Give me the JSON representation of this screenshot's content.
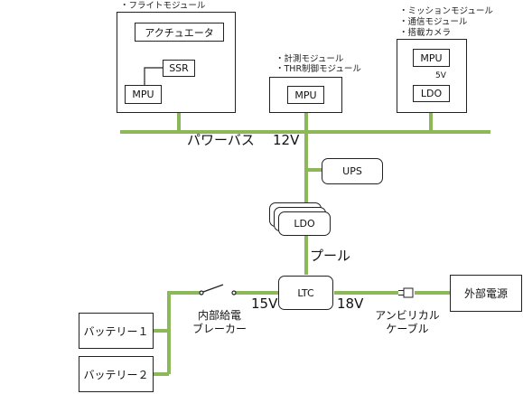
{
  "modules": {
    "flight": {
      "note": "・フライトモジュール",
      "actuator": "アクチュエータ",
      "ssr": "SSR",
      "mpu": "MPU"
    },
    "measure": {
      "notes": [
        "・計測モジュール",
        "・THR制御モジュール"
      ],
      "mpu": "MPU"
    },
    "mission": {
      "notes": [
        "・ミッションモジュール",
        "・通信モジュール",
        "・搭載カメラ"
      ],
      "mpu": "MPU",
      "voltage": "5V",
      "ldo": "LDO"
    }
  },
  "bus": {
    "name": "パワーバス",
    "voltage": "12V"
  },
  "ups": "UPS",
  "ldo_pool": {
    "ldo": "LDO",
    "label": "プール"
  },
  "ltc": "LTC",
  "voltages": {
    "left": "15V",
    "right": "18V"
  },
  "breaker": {
    "line1": "内部給電",
    "line2": "ブレーカー"
  },
  "umbilical": {
    "line1": "アンビリカル",
    "line2": "ケーブル"
  },
  "external_power": "外部電源",
  "batteries": [
    "バッテリー１",
    "バッテリー２"
  ],
  "colors": {
    "wire": "#8cb85a",
    "border": "#222222"
  }
}
